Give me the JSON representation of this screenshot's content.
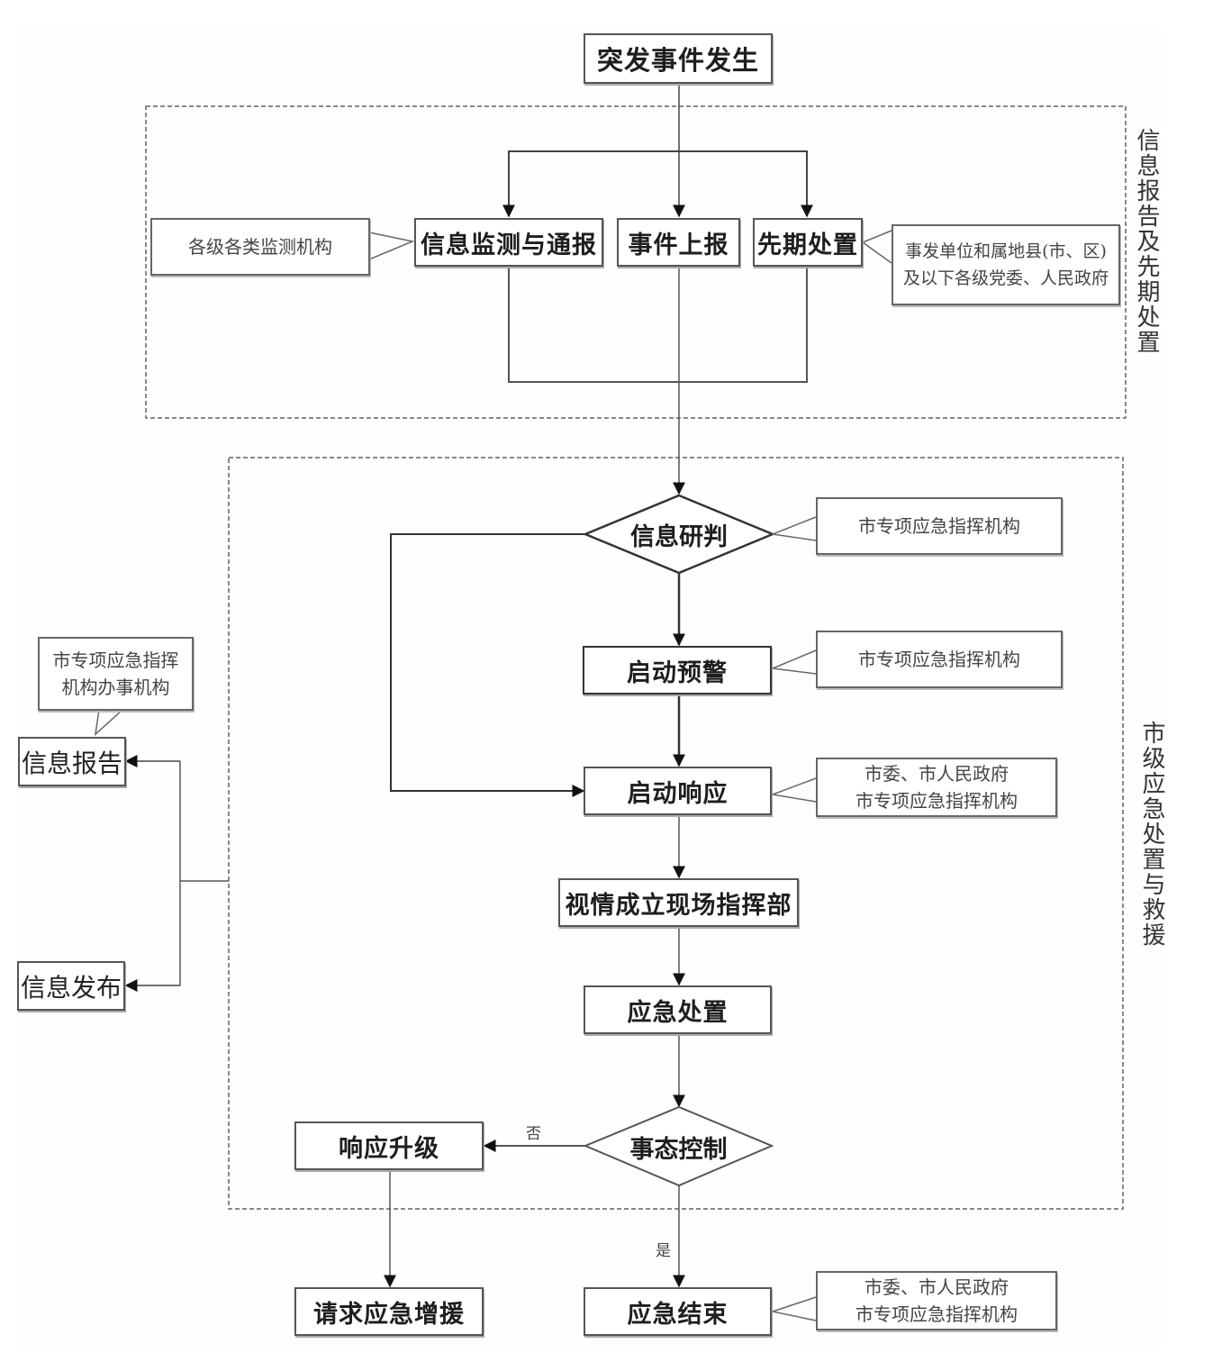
{
  "diagram": {
    "type": "flowchart",
    "start": "突发事件发生",
    "phase1": {
      "label": "信息报告及先期处置",
      "steps": [
        "信息监测与通报",
        "事件上报",
        "先期处置"
      ],
      "notes": {
        "monitor": "各级各类监测机构",
        "initial_line1": "事发单位和属地县(市、区)",
        "initial_line2": "及以下各级党委、人民政府"
      }
    },
    "phase2": {
      "label": "市级应急处置与救援",
      "steps": {
        "judge": "信息研判",
        "warning": "启动预警",
        "response": "启动响应",
        "command": "视情成立现场指挥部",
        "handling": "应急处置",
        "control": "事态控制",
        "upgrade": "响应升级"
      },
      "notes": {
        "judge": "市专项应急指挥机构",
        "warning": "市专项应急指挥机构",
        "response_line1": "市委、市人民政府",
        "response_line2": "市专项应急指挥机构"
      },
      "edge_labels": {
        "no": "否",
        "yes": "是"
      }
    },
    "side": {
      "report": "信息报告",
      "publish": "信息发布",
      "report_note_line1": "市专项应急指挥",
      "report_note_line2": "机构办事机构"
    },
    "final": {
      "reinforce": "请求应急增援",
      "end": "应急结束",
      "end_note_line1": "市委、市人民政府",
      "end_note_line2": "市专项应急指挥机构"
    }
  }
}
